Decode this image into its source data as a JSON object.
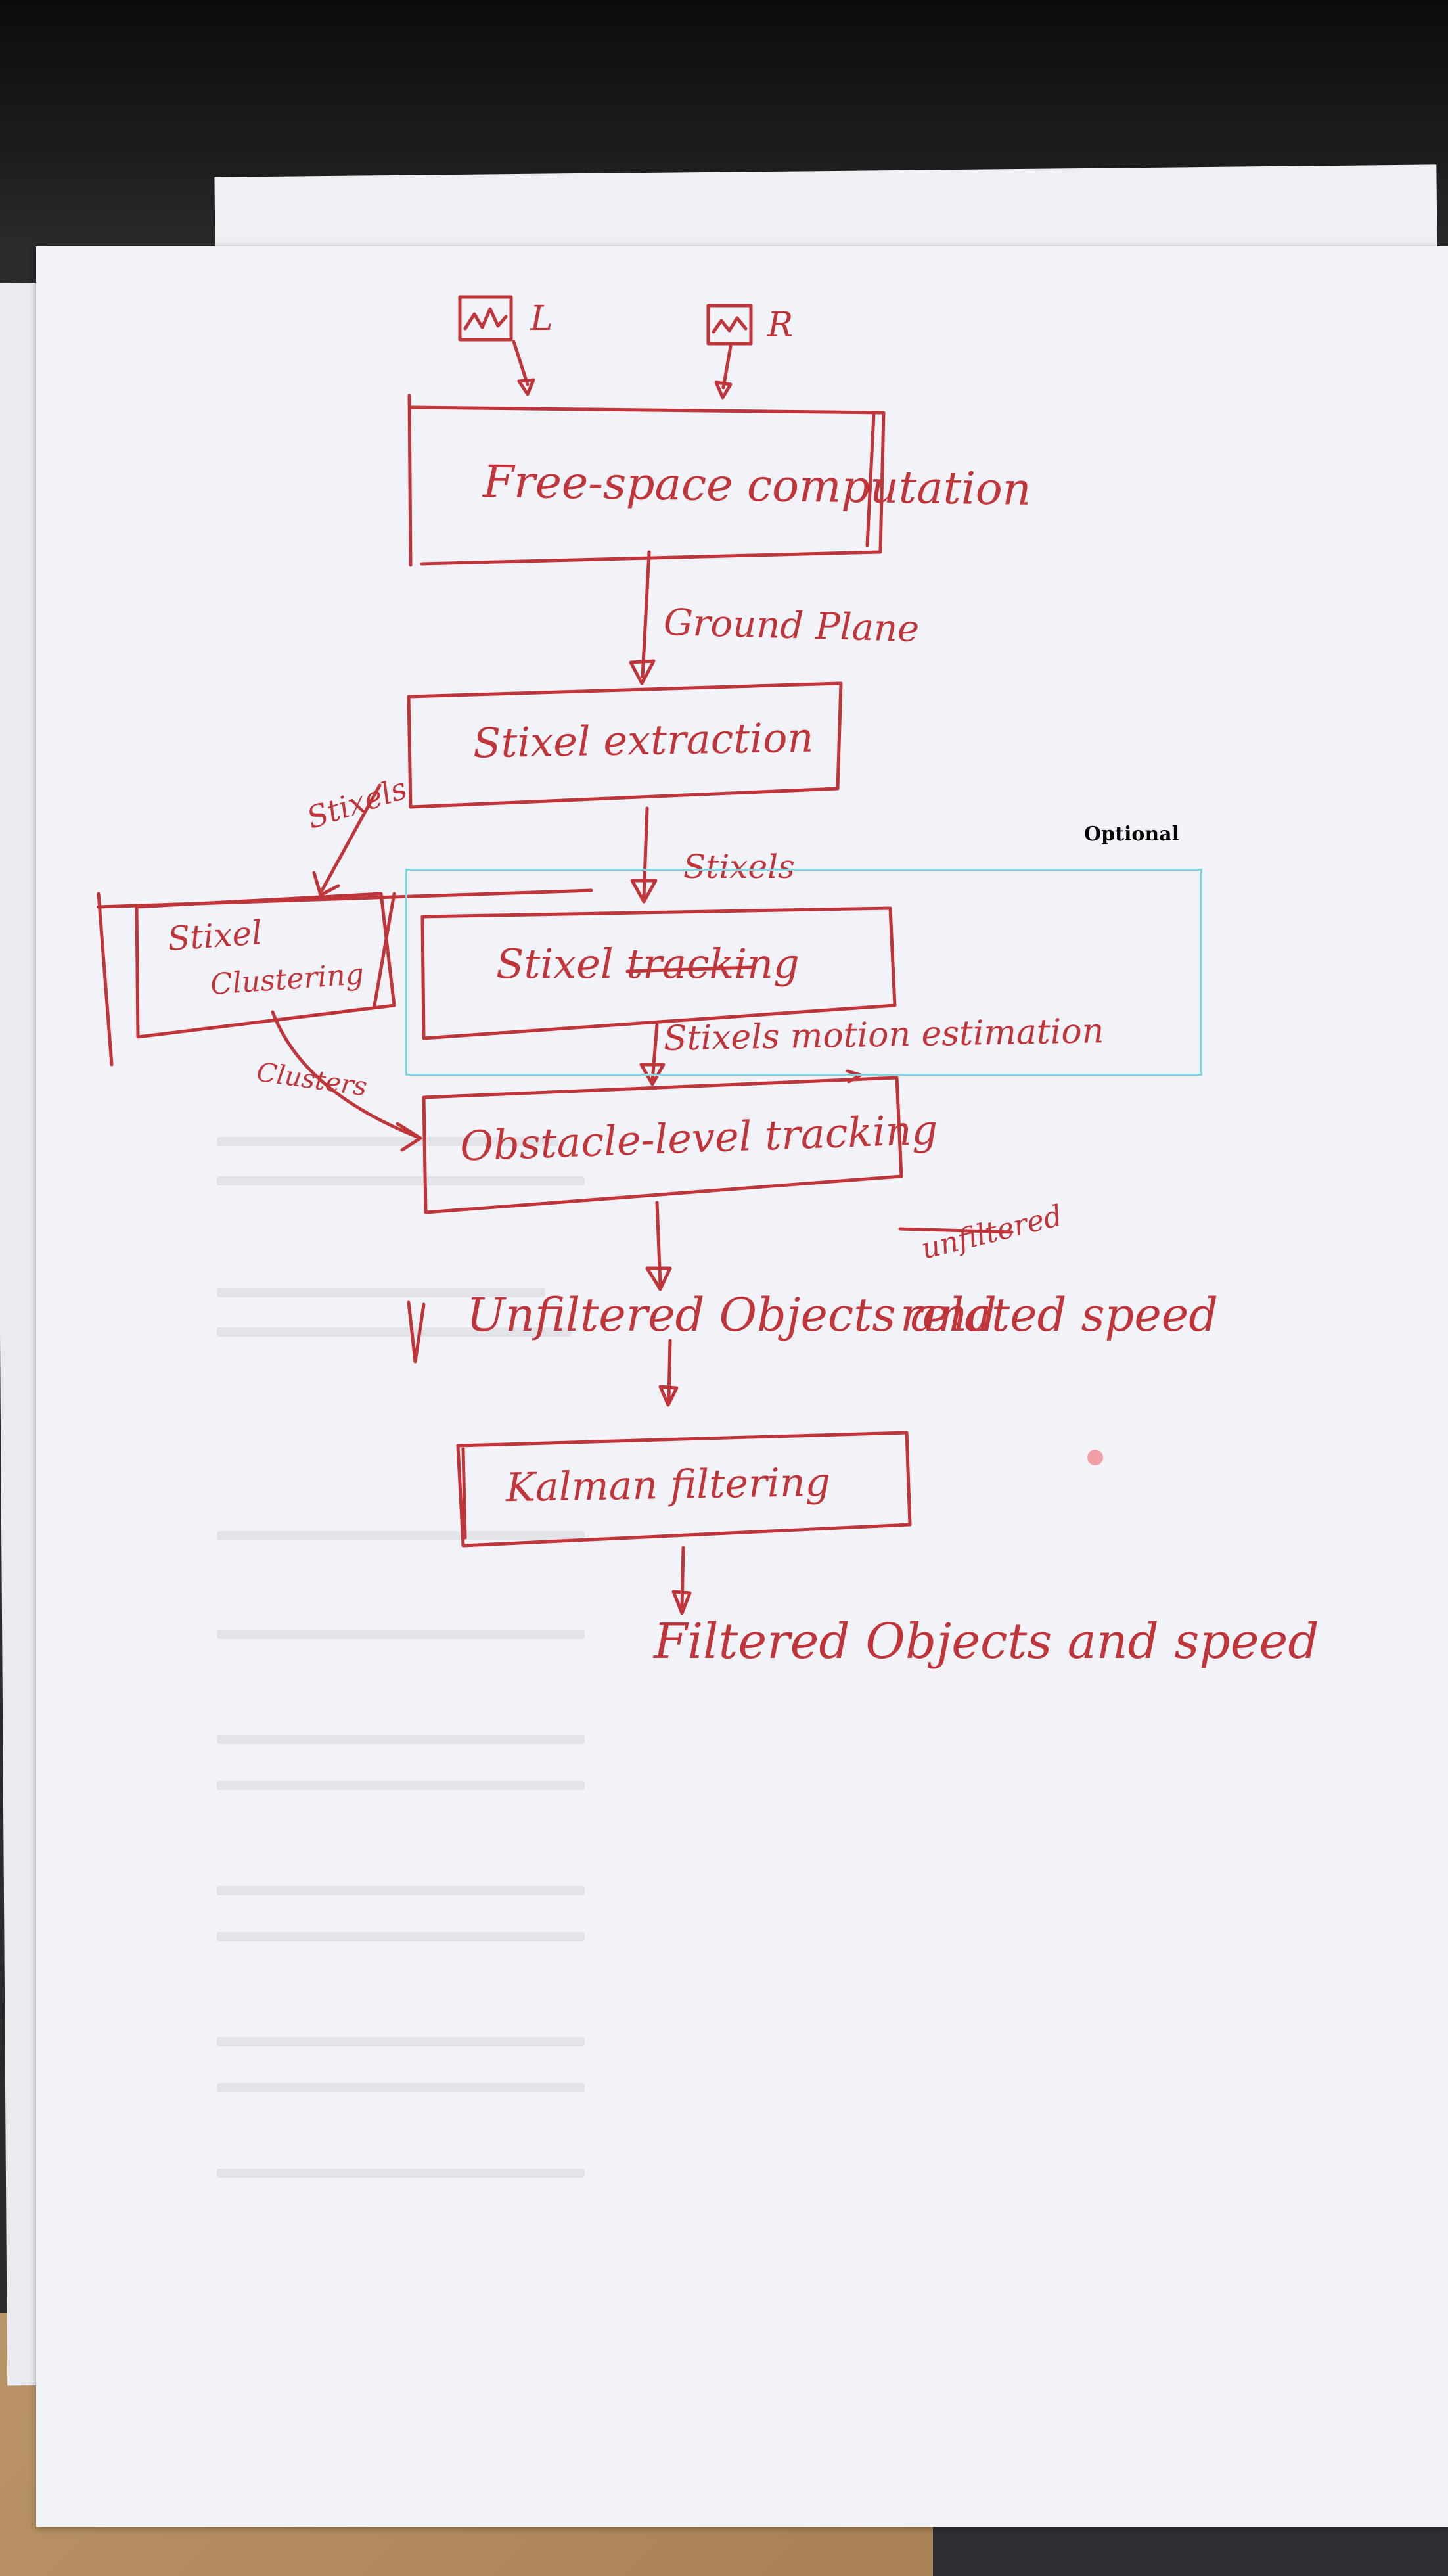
{
  "inputs": {
    "left_camera": "L",
    "right_camera": "R"
  },
  "boxes": {
    "free_space": "Free-space computation",
    "stixel_extraction": "Stixel extraction",
    "stixel_clustering_line1": "Stixel",
    "stixel_clustering_line2": "Clustering",
    "stixel_tracking": "Stixel tracking",
    "obstacle_tracking": "Obstacle-level tracking",
    "kalman": "Kalman filtering"
  },
  "edges": {
    "ground_plane": "Ground Plane",
    "stixels_side": "Stixels",
    "stixels_down": "Stixels",
    "clusters": "Clusters",
    "motion": "Stixels motion estimation"
  },
  "outputs": {
    "unfiltered": "Unfiltered Objects and",
    "related_speed": "related speed",
    "unfiltered_insert": "unfiltered",
    "filtered": "Filtered Objects and speed"
  },
  "annotation": {
    "label": "Optional"
  },
  "colors": {
    "ink": "#c0353a",
    "annotation_box": "#7fd6e0",
    "paper": "#f2f3f8"
  }
}
